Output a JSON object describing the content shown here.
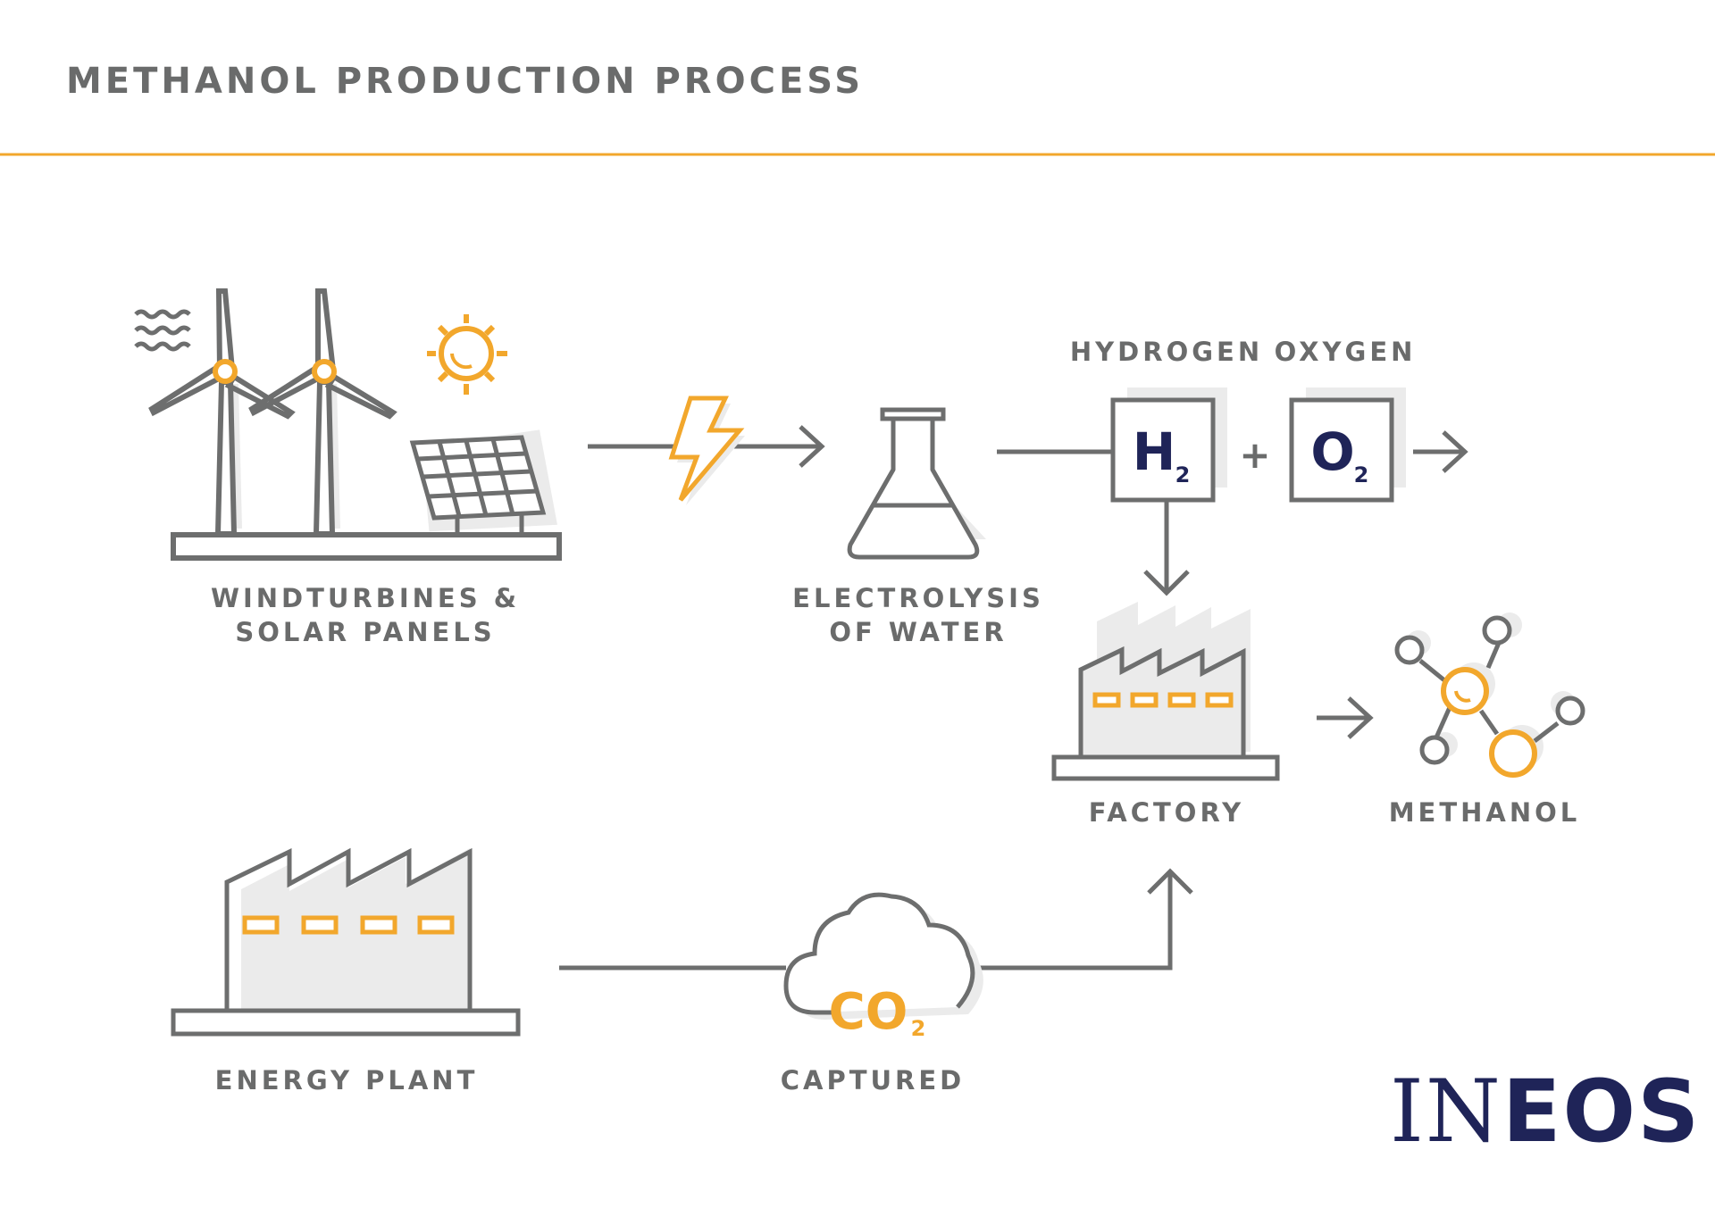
{
  "title": "METHANOL PRODUCTION PROCESS",
  "colors": {
    "gray": "#6d6e6e",
    "text_gray": "#6a6b6b",
    "orange": "#f2a72c",
    "shadow": "#ebebeb",
    "navy": "#1f2458",
    "rule": "#f2a72c"
  },
  "nodes": {
    "renewables": {
      "label_line1": "WINDTURBINES &",
      "label_line2": "SOLAR PANELS"
    },
    "electrolysis": {
      "label_line1": "ELECTROLYSIS",
      "label_line2": "OF WATER"
    },
    "hydrogen": {
      "label": "HYDROGEN",
      "symbol": "H",
      "subscript": "2"
    },
    "oxygen": {
      "label": "OXYGEN",
      "symbol": "O",
      "subscript": "2"
    },
    "plus": "+",
    "factory": {
      "label": "FACTORY"
    },
    "methanol": {
      "label": "METHANOL"
    },
    "energy_plant": {
      "label": "ENERGY PLANT"
    },
    "co2": {
      "label": "CAPTURED",
      "symbol": "CO",
      "subscript": "2"
    }
  },
  "logo": {
    "text_part1": "IN",
    "text_part2": "E",
    "text_part3": "O",
    "text_part4": "S"
  }
}
